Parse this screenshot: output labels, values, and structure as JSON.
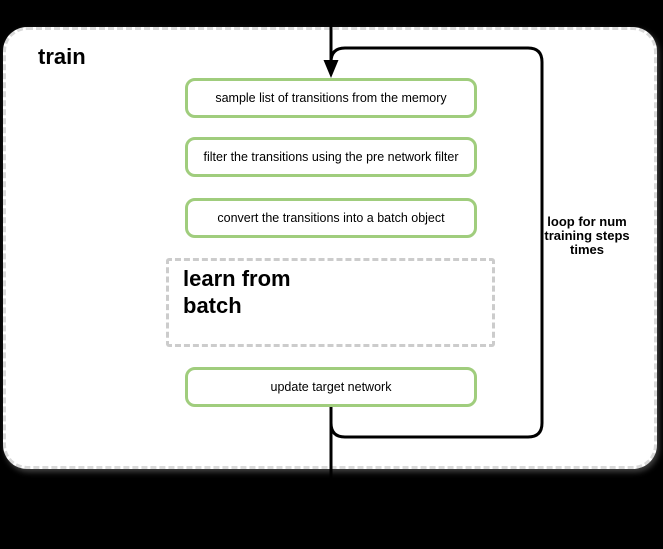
{
  "page": {
    "background": "#000000"
  },
  "diagram": {
    "title": "train",
    "container": {
      "fill": "#ffffff",
      "border_color": "#d9d9d9",
      "border_style": "dashed"
    },
    "steps": [
      {
        "label": "sample list of transitions from the memory"
      },
      {
        "label": "filter the transitions using the pre network filter"
      },
      {
        "label": "convert the transitions into a batch object"
      }
    ],
    "subprocess": {
      "label": "learn from batch",
      "border_color": "#cccccc",
      "border_style": "dashed"
    },
    "final_step": {
      "label": "update target network"
    },
    "loop": {
      "label": "loop for num training steps times",
      "border_color": "#000000"
    },
    "colors": {
      "step_border": "#a0cd7d",
      "step_fill": "#ffffff",
      "line": "#000000",
      "text": "#000000"
    }
  }
}
